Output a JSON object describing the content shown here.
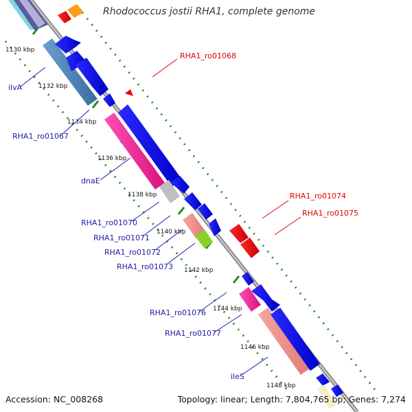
{
  "title": "Rhodococcus jostii RHA1, complete genome",
  "footer": {
    "accession": "Accession: NC_008268",
    "topology": "Topology: linear; Length: 7,804,765 bp; Genes: 7,274"
  },
  "ticks": [
    "1130 kbp",
    "1132 kbp",
    "1134 kbp",
    "1136 kbp",
    "1138 kbp",
    "1140 kbp",
    "1142 kbp",
    "1144 kbp",
    "1146 kbp",
    "1148 kbp"
  ],
  "gene_labels": {
    "ilvA": "ilvA",
    "ro01067": "RHA1_ro01067",
    "ro01068": "RHA1_ro01068",
    "dnaE": "dnaE",
    "ro01070": "RHA1_ro01070",
    "ro01071": "RHA1_ro01071",
    "ro01072": "RHA1_ro01072",
    "ro01073": "RHA1_ro01073",
    "ro01074": "RHA1_ro01074",
    "ro01075": "RHA1_ro01075",
    "ro01076": "RHA1_ro01076",
    "ro01077": "RHA1_ro01077",
    "ileS": "ileS"
  },
  "colors": {
    "gene_label": "#1a1aa8",
    "rna_label": "#e00000",
    "cds": "#0000ee",
    "trna": "#ee0000",
    "tick_dots": "#228b22",
    "backbone": "#8c8c8c"
  }
}
